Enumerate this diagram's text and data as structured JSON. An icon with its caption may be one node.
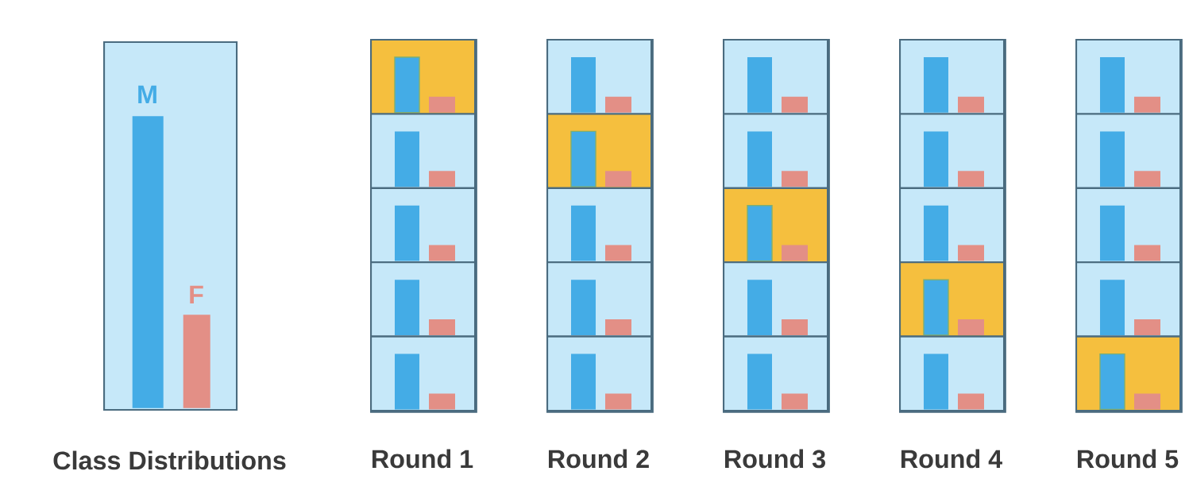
{
  "diagram": {
    "nodes": [
      {
        "text": [],
        "shape": "box",
        "beside": [
          "Class Distributions"
        ]
      },
      {
        "text": [
          "M"
        ],
        "in": 0
      },
      {
        "text": [
          "F"
        ],
        "in": 0
      },
      {
        "text": [],
        "shape": "box",
        "beside": [
          "Round 1"
        ]
      },
      {
        "text": [],
        "shape": "box",
        "in": 3
      },
      {
        "text": [],
        "shape": "box",
        "in": 3
      },
      {
        "text": [],
        "shape": "box",
        "in": 3
      },
      {
        "text": [],
        "shape": "box",
        "in": 3
      },
      {
        "text": [],
        "shape": "box",
        "in": 3
      },
      {
        "text": [],
        "shape": "box",
        "beside": [
          "Round 2"
        ]
      },
      {
        "text": [],
        "shape": "box",
        "in": 9
      },
      {
        "text": [],
        "shape": "box",
        "in": 9
      },
      {
        "text": [],
        "shape": "box",
        "in": 9
      },
      {
        "text": [],
        "shape": "box",
        "in": 9
      },
      {
        "text": [],
        "shape": "box",
        "in": 9
      },
      {
        "text": [],
        "shape": "box",
        "beside": [
          "Round 3"
        ]
      },
      {
        "text": [],
        "shape": "box",
        "in": 15
      },
      {
        "text": [],
        "shape": "box",
        "in": 15
      },
      {
        "text": [],
        "shape": "box",
        "in": 15
      },
      {
        "text": [],
        "shape": "box",
        "in": 15
      },
      {
        "text": [],
        "shape": "box",
        "in": 15
      },
      {
        "text": [],
        "shape": "box",
        "beside": [
          "Round 4"
        ]
      },
      {
        "text": [],
        "shape": "box",
        "in": 21
      },
      {
        "text": [],
        "shape": "box",
        "in": 21
      },
      {
        "text": [],
        "shape": "box",
        "in": 21
      },
      {
        "text": [],
        "shape": "box",
        "in": 21
      },
      {
        "text": [],
        "shape": "box",
        "in": 21
      },
      {
        "text": [],
        "shape": "box",
        "beside": [
          "Round 5"
        ]
      },
      {
        "text": [],
        "shape": "box",
        "in": 27
      },
      {
        "text": [],
        "shape": "box",
        "in": 27
      },
      {
        "text": [],
        "shape": "box",
        "in": 27
      },
      {
        "text": [],
        "shape": "box",
        "in": 27
      },
      {
        "text": [],
        "shape": "box",
        "in": 27
      }
    ]
  }
}
